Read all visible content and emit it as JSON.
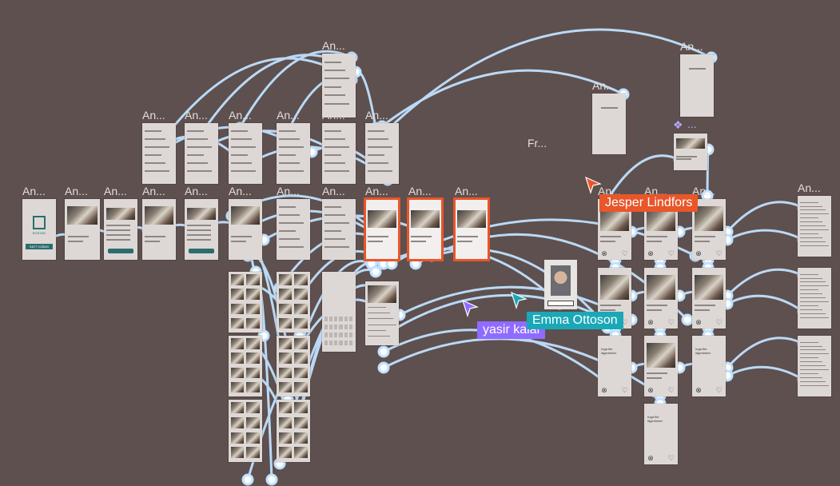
{
  "canvas": {
    "background": "#5e504e",
    "connector_color": "#bfe1ff",
    "selection_color": "#e8562a"
  },
  "frame_labels": {
    "android_truncated": "An...",
    "frame_truncated": "Fr...",
    "hidden_truncated": "..."
  },
  "collaborators": [
    {
      "name": "Jesper Lindfors",
      "color": "#e8562a"
    },
    {
      "name": "Emma Ottoson",
      "color": "#1aa8b7"
    },
    {
      "name": "yasir kalal",
      "color": "#8f6bff"
    }
  ],
  "icons": {
    "component": "component-icon",
    "cursor": "cursor-arrow-icon",
    "heart": "heart-icon",
    "close": "close-icon"
  },
  "onboarding_texts": {
    "logo_caption": "BOSTAD",
    "start_button": "SÄTT IGÅNG",
    "listing_heading": "Inga fler lägenheter"
  }
}
